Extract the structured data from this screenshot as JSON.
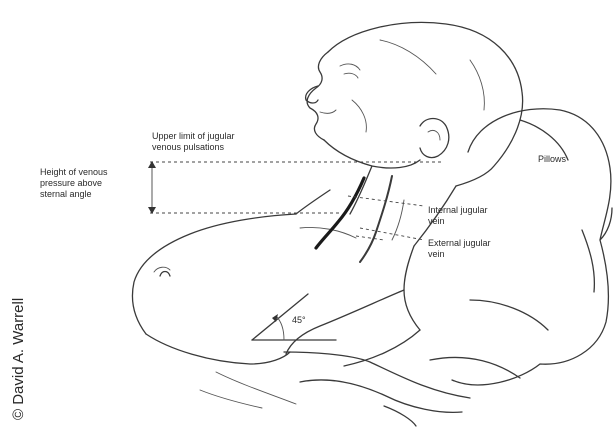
{
  "labels": {
    "upper_limit_line1": "Upper limit of jugular",
    "upper_limit_line2": "venous pulsations",
    "height_line1": "Height of venous",
    "height_line2": "pressure above",
    "height_line3": "sternal angle",
    "pillows": "Pillows",
    "internal_line1": "Internal jugular",
    "internal_line2": "vein",
    "external_line1": "External jugular",
    "external_line2": "vein",
    "angle": "45°"
  },
  "copyright": "© David A. Warrell",
  "colors": {
    "ink": "#3a3a3a",
    "background": "#ffffff"
  }
}
